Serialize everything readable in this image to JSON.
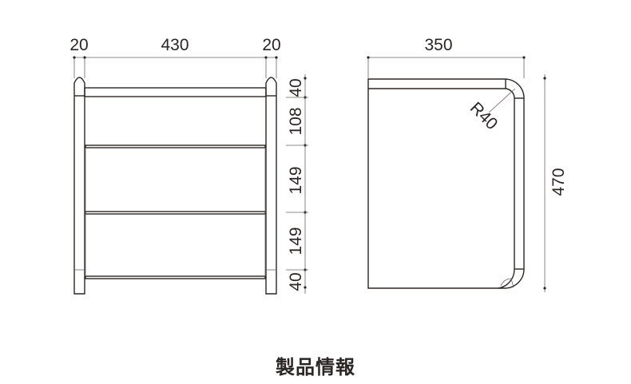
{
  "front_view": {
    "width_dims": [
      "20",
      "430",
      "20"
    ],
    "height_dims": [
      "40",
      "108",
      "149",
      "149",
      "40"
    ]
  },
  "side_view": {
    "depth_dim": "350",
    "height_dim": "470",
    "radius_label": "R40"
  },
  "caption": "製品情報",
  "colors": {
    "line": "#2a2623",
    "background": "#ffffff"
  }
}
